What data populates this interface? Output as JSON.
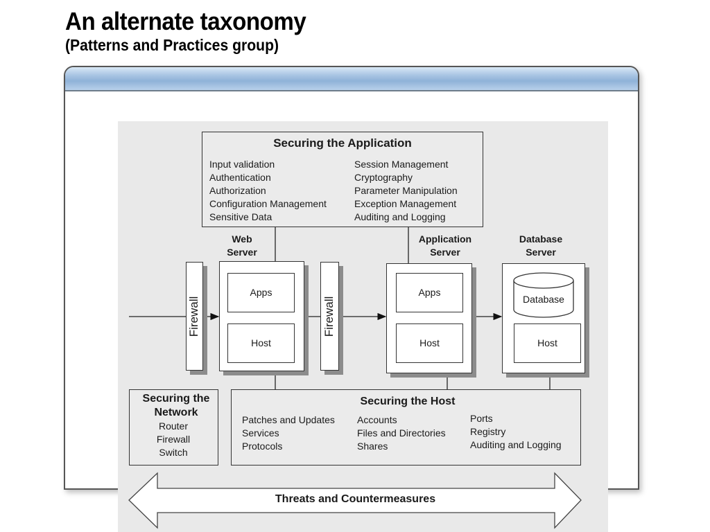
{
  "slide": {
    "title": "An alternate taxonomy",
    "subtitle": "(Patterns and Practices group)"
  },
  "colors": {
    "header_gradient_top": "#d9e8f6",
    "header_gradient_mid": "#8fb2d8",
    "diagram_background": "#e9e9e9",
    "box_border": "#333333",
    "shadow": "#8c8c8c"
  },
  "application": {
    "title": "Securing the Application",
    "left_items": [
      "Input validation",
      "Authentication",
      "Authorization",
      "Configuration Management",
      "Sensitive Data"
    ],
    "right_items": [
      "Session Management",
      "Cryptography",
      "Parameter Manipulation",
      "Exception Management",
      "Auditing and Logging"
    ]
  },
  "servers": {
    "web": {
      "label_line1": "Web",
      "label_line2": "Server",
      "apps": "Apps",
      "host": "Host"
    },
    "application": {
      "label_line1": "Application",
      "label_line2": "Server",
      "apps": "Apps",
      "host": "Host"
    },
    "database": {
      "label_line1": "Database",
      "label_line2": "Server",
      "database": "Database",
      "host": "Host"
    }
  },
  "firewalls": [
    "Firewall",
    "Firewall"
  ],
  "network": {
    "title_line1": "Securing the",
    "title_line2": "Network",
    "items": [
      "Router",
      "Firewall",
      "Switch"
    ]
  },
  "host": {
    "title": "Securing the Host",
    "col1": [
      "Patches and Updates",
      "Services",
      "Protocols"
    ],
    "col2": [
      "Accounts",
      "Files and Directories",
      "Shares"
    ],
    "col3": [
      "Ports",
      "Registry",
      "Auditing and Logging"
    ]
  },
  "threats": {
    "label": "Threats and Countermeasures"
  }
}
